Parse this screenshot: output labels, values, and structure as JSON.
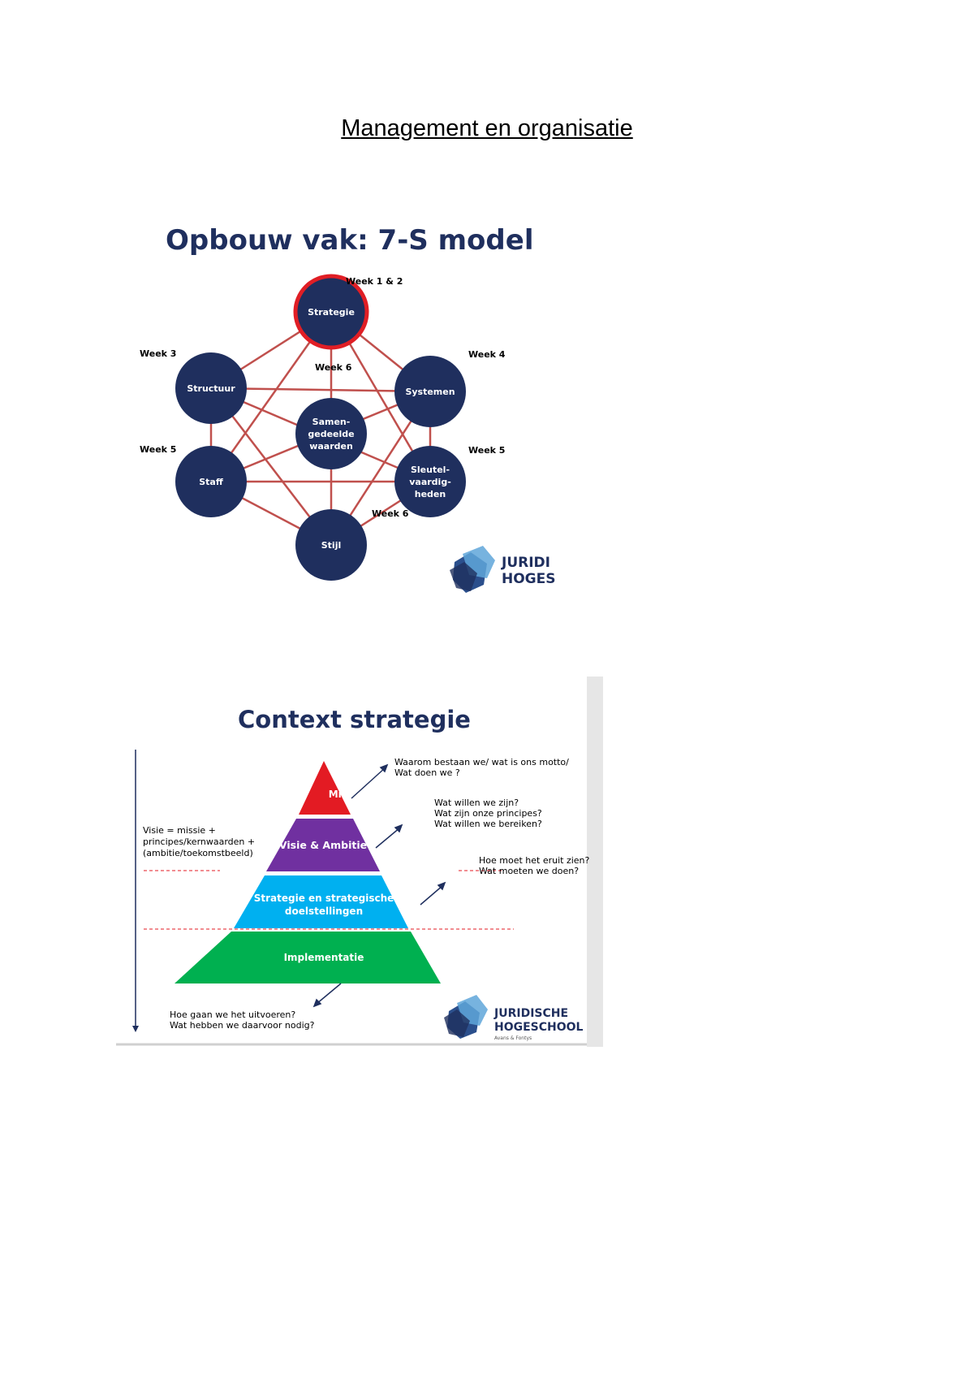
{
  "document": {
    "title": "Management en organisatie"
  },
  "slide_7s": {
    "title": "Opbouw vak: 7-S model",
    "nodes": [
      {
        "id": "strategie",
        "lines": [
          "Strategie"
        ],
        "week": "Week 1 & 2"
      },
      {
        "id": "structuur",
        "lines": [
          "Structuur"
        ],
        "week": "Week 3"
      },
      {
        "id": "systemen",
        "lines": [
          "Systemen"
        ],
        "week": "Week 4"
      },
      {
        "id": "samen",
        "lines": [
          "Samen-",
          "gedeelde",
          "waarden"
        ],
        "week": "Week 6"
      },
      {
        "id": "staf",
        "lines": [
          "Staff"
        ],
        "week": "Week 5"
      },
      {
        "id": "sleutel",
        "lines": [
          "Sleutel-",
          "vaardig-",
          "heden"
        ],
        "week": "Week 5"
      },
      {
        "id": "stijl",
        "lines": [
          "Stijl"
        ],
        "week": "Week 6"
      }
    ],
    "logo": {
      "line1": "JURIDI",
      "line2": "HOGES"
    },
    "colors": {
      "node": "#1f2f5e",
      "edge": "#c0504d",
      "highlight": "#e01e25"
    }
  },
  "slide_context": {
    "title": "Context strategie",
    "pyramid": [
      {
        "id": "missie",
        "label": "Missie",
        "color": "#e31b23"
      },
      {
        "id": "visie",
        "label": "Visie & Ambitie",
        "color": "#7030a0"
      },
      {
        "id": "strategie",
        "label_lines": [
          "Strategie en strategische",
          "doelstellingen"
        ],
        "color": "#00b0f0"
      },
      {
        "id": "implementatie",
        "label": "Implementatie",
        "color": "#00b050"
      }
    ],
    "annotations": {
      "missie": [
        "Waarom bestaan we/ wat is ons motto/",
        "Wat doen we ?"
      ],
      "visie": [
        "Wat willen we zijn?",
        "Wat zijn onze principes?",
        "Wat willen we bereiken?"
      ],
      "strategie": [
        "Hoe moet het eruit zien?",
        "Wat moeten we doen?"
      ],
      "implementatie": [
        "Hoe gaan we het uitvoeren?",
        "Wat hebben we daarvoor nodig?"
      ],
      "left": [
        "Visie = missie +",
        "principes/kernwaarden +",
        "(ambitie/toekomstbeeld)"
      ]
    },
    "logo": {
      "line1": "JURIDISCHE",
      "line2": "HOGESCHOOL",
      "sub": "Avans & Fontys"
    }
  }
}
